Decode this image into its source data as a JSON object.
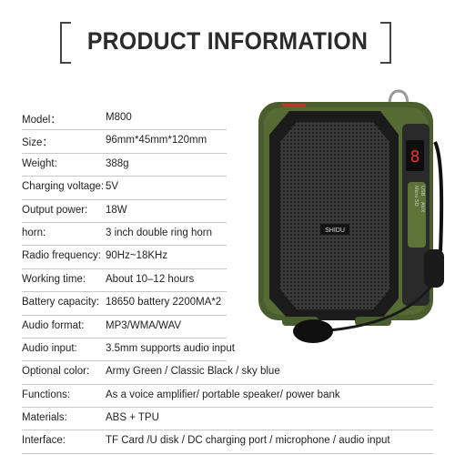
{
  "header": {
    "title": "PRODUCT INFORMATION"
  },
  "specs": [
    {
      "label": "Model：",
      "value": "M800"
    },
    {
      "label": "Size：",
      "value": "96mm*45mm*120mm"
    },
    {
      "label": "Weight:",
      "value": "388g"
    },
    {
      "label": "Charging voltage:",
      "value": "5V"
    },
    {
      "label": "Output power:",
      "value": "18W"
    },
    {
      "label": "horn:",
      "value": "3 inch double ring horn"
    },
    {
      "label": "Radio frequency:",
      "value": "90Hz~18KHz"
    },
    {
      "label": "Working time:",
      "value": "About 10–12 hours"
    },
    {
      "label": "Battery capacity:",
      "value": "18650 battery 2200MA*2"
    },
    {
      "label": "Audio format:",
      "value": "MP3/WMA/WAV"
    },
    {
      "label": "Audio input:",
      "value": "3.5mm supports audio input"
    },
    {
      "label": "Optional color:",
      "value": "Army Green / Classic Black / sky blue"
    },
    {
      "label": "Functions:",
      "value": "As a voice amplifier/ portable speaker/ power bank"
    },
    {
      "label": "Materials:",
      "value": "ABS + TPU"
    },
    {
      "label": "Interface:",
      "value": "TF Card /U disk / DC charging port / microphone / audio input"
    }
  ],
  "product": {
    "brand": "SHIDU",
    "display": "8",
    "port_labels": [
      "Micro SD",
      "USB",
      "AUX"
    ]
  }
}
